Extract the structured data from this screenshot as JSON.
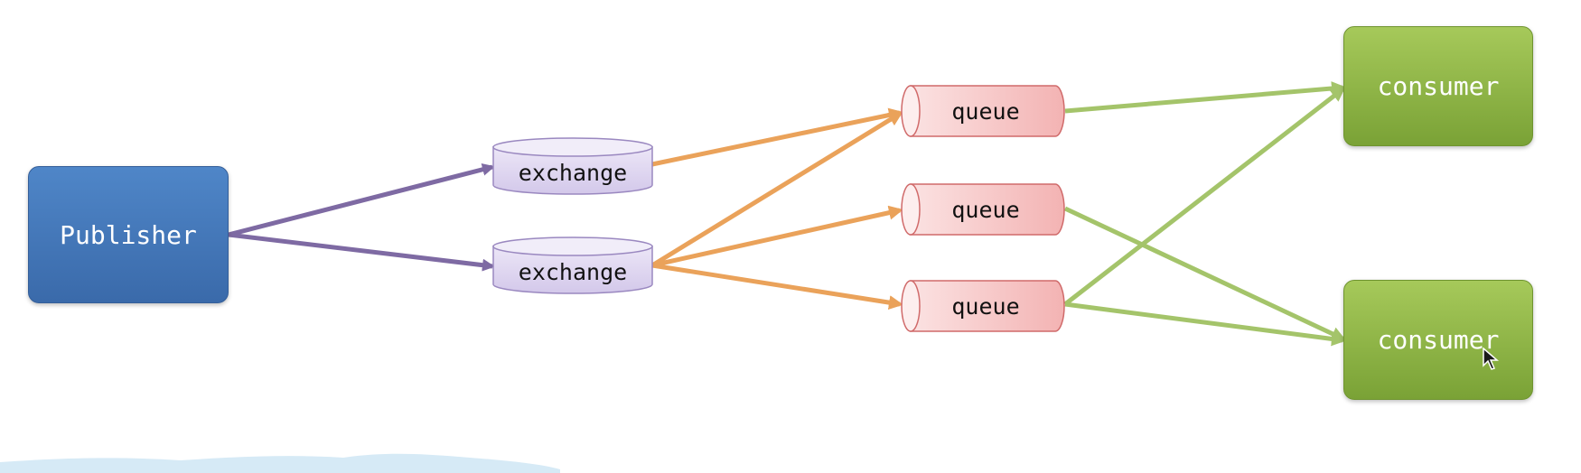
{
  "diagram": {
    "publisher": {
      "label": "Publisher"
    },
    "exchanges": [
      {
        "label": "exchange"
      },
      {
        "label": "exchange"
      }
    ],
    "queues": [
      {
        "label": "queue"
      },
      {
        "label": "queue"
      },
      {
        "label": "queue"
      }
    ],
    "consumers": [
      {
        "label": "consumer"
      },
      {
        "label": "consumer"
      }
    ],
    "colors": {
      "publisher_arrows": "#7e6aa3",
      "exchange_arrows": "#eaa25a",
      "consumer_arrows": "#a4c46a",
      "exchange_fill": "#ddd5ee",
      "queue_fill": "#f5c2c2",
      "publisher_fill": "#4a7fc1",
      "consumer_fill": "#93bb4c"
    }
  }
}
